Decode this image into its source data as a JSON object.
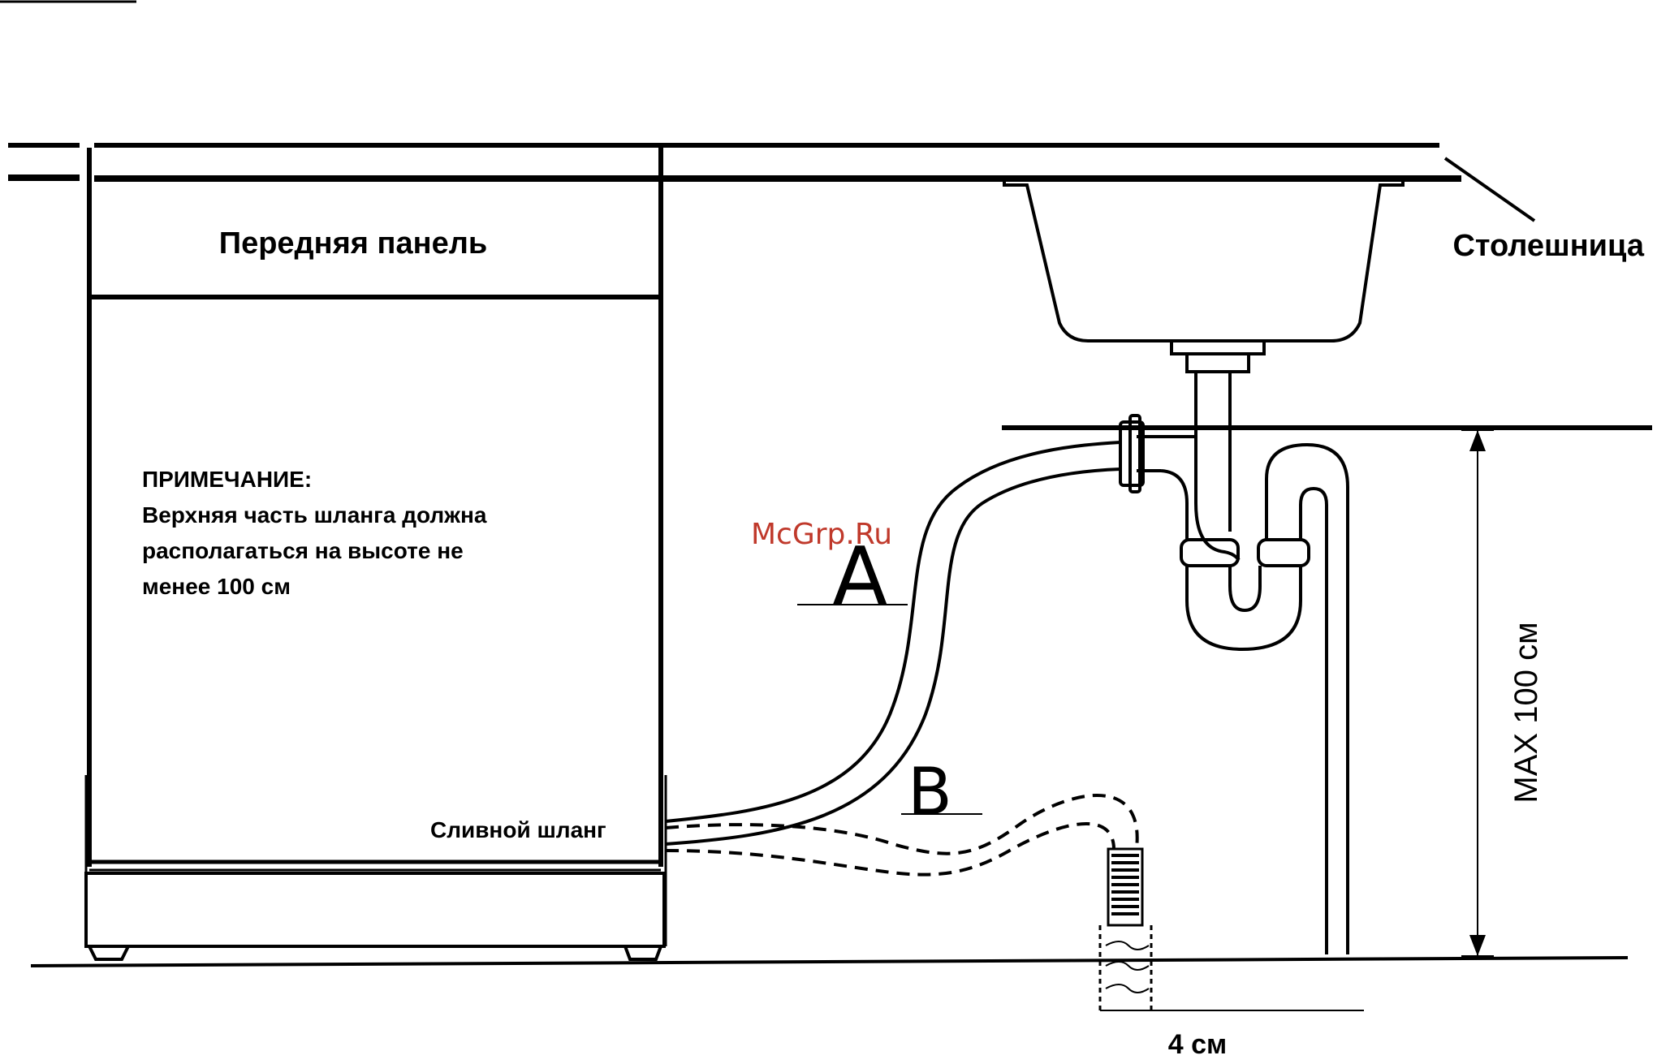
{
  "labels": {
    "front_panel": "Передняя панель",
    "countertop": "Столешница",
    "note_title": "ПРИМЕЧАНИЕ:",
    "note_line1": "Верхняя часть шланга должна",
    "note_line2": "располагаться на высоте не",
    "note_line3": "менее 100 см",
    "drain_hose": "Сливной шланг",
    "hose_a": "A",
    "hose_b": "B",
    "max_height": "MAX  100 см",
    "distance": "4 см",
    "watermark": "McGrp.Ru"
  },
  "colors": {
    "line": "#000000",
    "watermark": "#c0392b",
    "background": "#ffffff"
  }
}
